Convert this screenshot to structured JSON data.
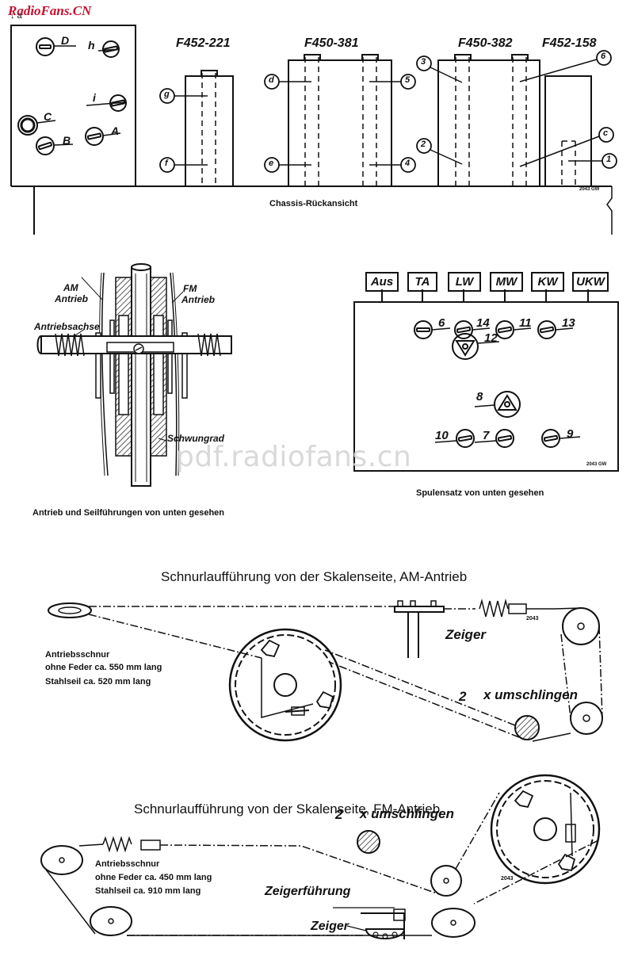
{
  "watermark": "RadioFans.CN",
  "pdf_watermark": "pdf.radiofans.cn",
  "corner_mark": "↓ a",
  "chassis": {
    "caption": "Chassis-Rückansicht",
    "code": "2043 GW",
    "coil_titles": [
      "F452-221",
      "F450-381",
      "F450-382",
      "F452-158"
    ],
    "left_points": [
      "D",
      "h",
      "i",
      "C",
      "B",
      "A"
    ],
    "circle_labels": [
      "g",
      "f",
      "d",
      "e",
      "5",
      "4",
      "3",
      "2",
      "6",
      "c",
      "1"
    ]
  },
  "drive": {
    "caption": "Antrieb und Seilführungen von unten gesehen",
    "am_label_1": "AM",
    "am_label_2": "Antrieb",
    "fm_label_1": "FM",
    "fm_label_2": "Antrieb",
    "axle_label": "Antriebsachse",
    "flywheel_label": "Schwungrad"
  },
  "coilset": {
    "caption": "Spulensatz von unten gesehen",
    "code": "2043 GW",
    "switches": [
      "Aus",
      "TA",
      "LW",
      "MW",
      "KW",
      "UKW"
    ],
    "numbers": [
      "6",
      "14",
      "11",
      "13",
      "12",
      "8",
      "10",
      "7",
      "9"
    ]
  },
  "am_section": {
    "title": "Schnurlaufführung von der Skalenseite, AM-Antrieb",
    "cord_line1": "Antriebsschnur",
    "cord_line2": "ohne Feder ca. 550 mm lang",
    "cord_line3": "Stahlseil ca. 520 mm lang",
    "pointer": "Zeiger",
    "wraps_num": "2",
    "wraps_text": "x umschlingen",
    "code": "2043"
  },
  "fm_section": {
    "title": "Schnurlaufführung von der Skalenseite, FM-Antrieb",
    "cord_line1": "Antriebsschnur",
    "cord_line2": "ohne Feder ca. 450 mm lang",
    "cord_line3": "Stahlseil ca. 910 mm lang",
    "pointer_guide": "Zeigerführung",
    "pointer": "Zeiger",
    "wraps_num": "2",
    "wraps_text": "x umschlingen",
    "code": "2043"
  }
}
